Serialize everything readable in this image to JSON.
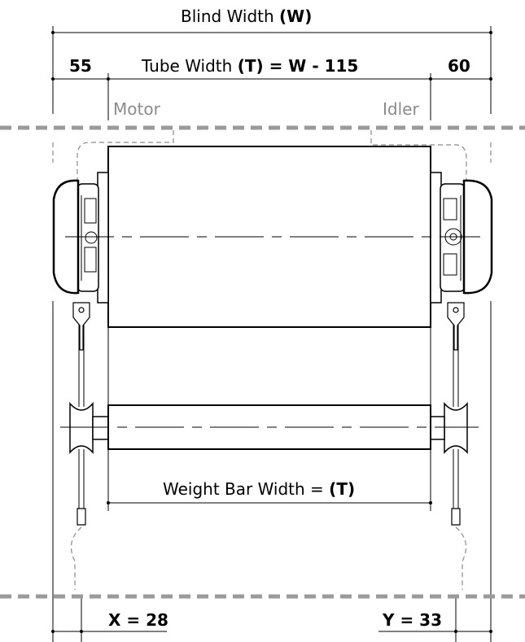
{
  "dims": {
    "blind_width_text": "Blind Width ",
    "blind_width_var": "(W)",
    "left_offset": "55",
    "right_offset": "60",
    "tube_width_text": "Tube Width ",
    "tube_width_formula": "(T) = W - 115",
    "weight_bar_text": "Weight Bar Width = ",
    "weight_bar_var": "(T)",
    "x_label": "X = 28",
    "y_label": "Y = 33"
  },
  "parts": {
    "motor": "Motor",
    "idler": "Idler"
  },
  "colors": {
    "line": "#000000",
    "hidden": "#9a9a9a",
    "ceiling": "#9a9a9a"
  }
}
